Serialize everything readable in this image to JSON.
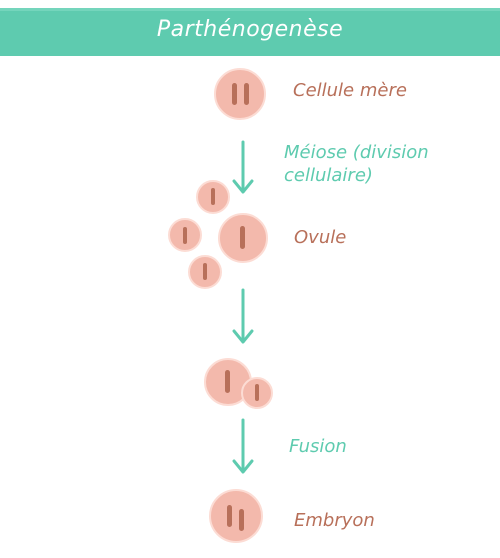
{
  "title": "Parthénogenèse",
  "labels": {
    "mother_cell": "Cellule mère",
    "meiosis_line1": "Méiose (division",
    "meiosis_line2": "cellulaire)",
    "ovum": "Ovule",
    "fusion": "Fusion",
    "embryo": "Embryon"
  },
  "colors": {
    "banner": "#5ecbaf",
    "cell_fill": "#f3b9ac",
    "cell_outline": "#fcdcd4",
    "chromosome": "#b8705a",
    "arrow": "#5ecbaf",
    "label_brown": "#b8705a",
    "label_teal": "#5ecbaf"
  }
}
